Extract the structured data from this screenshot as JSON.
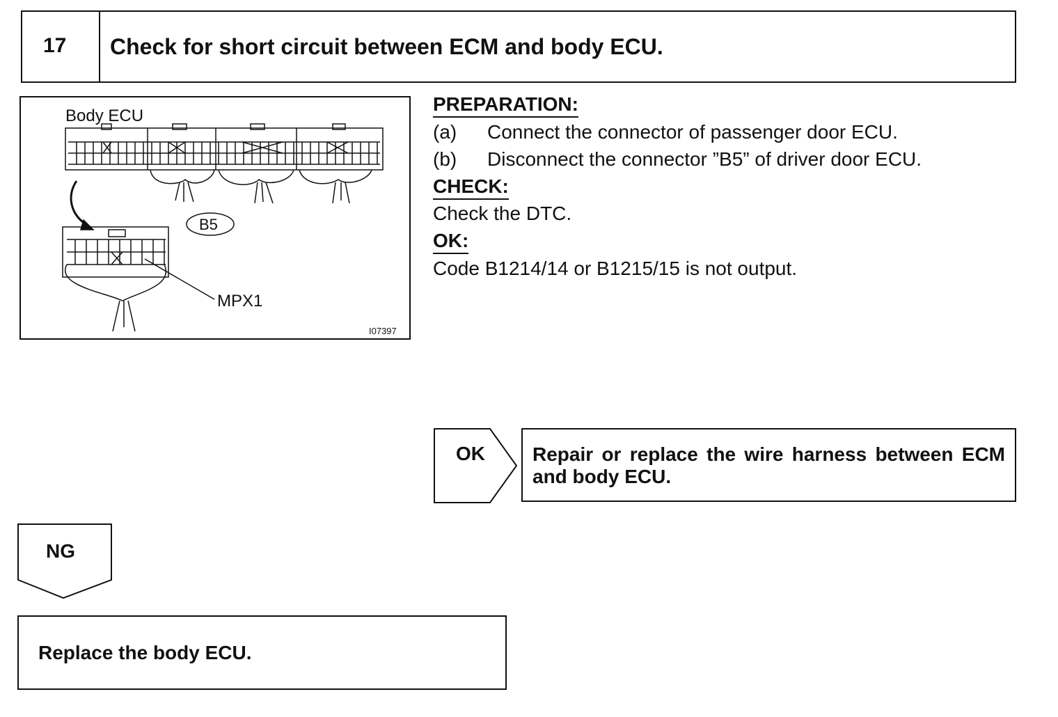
{
  "step": {
    "number": "17",
    "title": "Check for short circuit between ECM and body ECU."
  },
  "figure": {
    "title": "Body ECU",
    "connector_label": "B5",
    "pin_label": "MPX1",
    "figure_id": "I07397"
  },
  "preparation": {
    "heading": "PREPARATION:",
    "steps": [
      {
        "letter": "(a)",
        "text": "Connect the connector of passenger door ECU."
      },
      {
        "letter": "(b)",
        "text": "Disconnect the connector ”B5” of driver door ECU."
      }
    ]
  },
  "check": {
    "heading": "CHECK:",
    "text": "Check the DTC."
  },
  "ok": {
    "heading": "OK:",
    "text": "Code B1214/14 or B1215/15 is not output."
  },
  "flow": {
    "ok_label": "OK",
    "ok_result": "Repair or replace the wire harness between ECM and body ECU.",
    "ng_label": "NG",
    "ng_result": "Replace the body ECU."
  }
}
